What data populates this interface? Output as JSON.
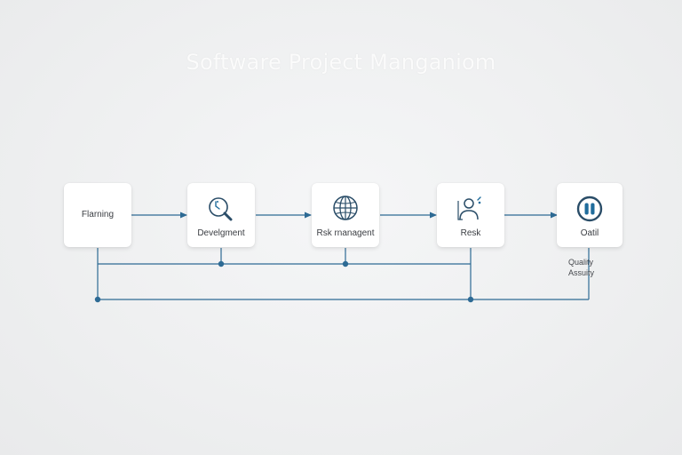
{
  "title": "Software Project Manganiom",
  "colors": {
    "line": "#2d6a94",
    "icon": "#2a4d68",
    "icon_accent": "#1f6c9c"
  },
  "nodes": [
    {
      "label": "Flarning",
      "icon": "none"
    },
    {
      "label": "Develgment",
      "icon": "magnifier-icon"
    },
    {
      "label": "Rsk rnanagent",
      "icon": "globe-icon"
    },
    {
      "label": "Resk",
      "icon": "user-icon"
    },
    {
      "label": "Oatil",
      "icon": "pause-icon"
    }
  ],
  "annotation": {
    "line1": "Quality",
    "line2": "Assuity"
  }
}
